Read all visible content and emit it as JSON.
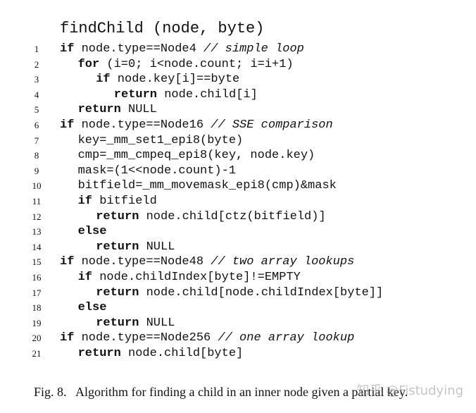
{
  "title": "findChild (node, byte)",
  "lines": [
    {
      "n": "1",
      "indent": 0,
      "parts": [
        {
          "t": "if",
          "k": "kw"
        },
        {
          "t": " node.type==Node4 "
        },
        {
          "t": "// simple loop",
          "k": "cm"
        }
      ]
    },
    {
      "n": "2",
      "indent": 1,
      "parts": [
        {
          "t": "for",
          "k": "kw"
        },
        {
          "t": " (i=0; i<node.count; i=i+1)"
        }
      ]
    },
    {
      "n": "3",
      "indent": 2,
      "parts": [
        {
          "t": "if",
          "k": "kw"
        },
        {
          "t": " node.key[i]==byte"
        }
      ]
    },
    {
      "n": "4",
      "indent": 3,
      "parts": [
        {
          "t": "return",
          "k": "kw"
        },
        {
          "t": " node.child[i]"
        }
      ]
    },
    {
      "n": "5",
      "indent": 1,
      "parts": [
        {
          "t": "return",
          "k": "kw"
        },
        {
          "t": " NULL"
        }
      ]
    },
    {
      "n": "6",
      "indent": 0,
      "parts": [
        {
          "t": "if",
          "k": "kw"
        },
        {
          "t": " node.type==Node16 "
        },
        {
          "t": "// SSE comparison",
          "k": "cm"
        }
      ]
    },
    {
      "n": "7",
      "indent": 1,
      "parts": [
        {
          "t": "key=_mm_set1_epi8(byte)"
        }
      ]
    },
    {
      "n": "8",
      "indent": 1,
      "parts": [
        {
          "t": "cmp=_mm_cmpeq_epi8(key, node.key)"
        }
      ]
    },
    {
      "n": "9",
      "indent": 1,
      "parts": [
        {
          "t": "mask=(1<<node.count)-1"
        }
      ]
    },
    {
      "n": "10",
      "indent": 1,
      "parts": [
        {
          "t": "bitfield=_mm_movemask_epi8(cmp)&mask"
        }
      ]
    },
    {
      "n": "11",
      "indent": 1,
      "parts": [
        {
          "t": "if",
          "k": "kw"
        },
        {
          "t": " bitfield"
        }
      ]
    },
    {
      "n": "12",
      "indent": 2,
      "parts": [
        {
          "t": "return",
          "k": "kw"
        },
        {
          "t": " node.child[ctz(bitfield)]"
        }
      ]
    },
    {
      "n": "13",
      "indent": 1,
      "parts": [
        {
          "t": "else",
          "k": "kw"
        }
      ]
    },
    {
      "n": "14",
      "indent": 2,
      "parts": [
        {
          "t": "return",
          "k": "kw"
        },
        {
          "t": " NULL"
        }
      ]
    },
    {
      "n": "15",
      "indent": 0,
      "parts": [
        {
          "t": "if",
          "k": "kw"
        },
        {
          "t": " node.type==Node48 "
        },
        {
          "t": "// two array lookups",
          "k": "cm"
        }
      ]
    },
    {
      "n": "16",
      "indent": 1,
      "parts": [
        {
          "t": "if",
          "k": "kw"
        },
        {
          "t": " node.childIndex[byte]!=EMPTY"
        }
      ]
    },
    {
      "n": "17",
      "indent": 2,
      "parts": [
        {
          "t": "return",
          "k": "kw"
        },
        {
          "t": " node.child[node.childIndex[byte]]"
        }
      ]
    },
    {
      "n": "18",
      "indent": 1,
      "parts": [
        {
          "t": "else",
          "k": "kw"
        }
      ]
    },
    {
      "n": "19",
      "indent": 2,
      "parts": [
        {
          "t": "return",
          "k": "kw"
        },
        {
          "t": " NULL"
        }
      ]
    },
    {
      "n": "20",
      "indent": 0,
      "parts": [
        {
          "t": "if",
          "k": "kw"
        },
        {
          "t": " node.type==Node256 "
        },
        {
          "t": "// one array lookup",
          "k": "cm"
        }
      ]
    },
    {
      "n": "21",
      "indent": 1,
      "parts": [
        {
          "t": "return",
          "k": "kw"
        },
        {
          "t": " node.child[byte]"
        }
      ]
    }
  ],
  "caption": {
    "label": "Fig. 8.",
    "text": "Algorithm for finding a child in an inner node given a partial key."
  },
  "watermark": "知乎 @Fistudying"
}
